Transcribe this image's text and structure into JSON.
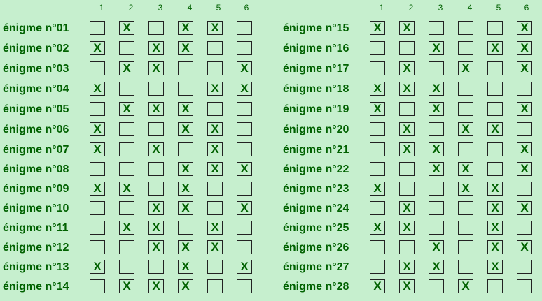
{
  "column_headers": [
    "1",
    "2",
    "3",
    "4",
    "5",
    "6"
  ],
  "mark": "X",
  "left_rows": [
    {
      "label": "énigme n°01",
      "checked": [
        0,
        1,
        0,
        1,
        1,
        0
      ]
    },
    {
      "label": "énigme n°02",
      "checked": [
        1,
        0,
        1,
        1,
        0,
        0
      ]
    },
    {
      "label": "énigme n°03",
      "checked": [
        0,
        1,
        1,
        0,
        0,
        1
      ]
    },
    {
      "label": "énigme n°04",
      "checked": [
        1,
        0,
        0,
        0,
        1,
        1
      ]
    },
    {
      "label": "énigme n°05",
      "checked": [
        0,
        1,
        1,
        1,
        0,
        0
      ]
    },
    {
      "label": "énigme n°06",
      "checked": [
        1,
        0,
        0,
        1,
        1,
        0
      ]
    },
    {
      "label": "énigme n°07",
      "checked": [
        1,
        0,
        1,
        0,
        1,
        0
      ]
    },
    {
      "label": "énigme n°08",
      "checked": [
        0,
        0,
        0,
        1,
        1,
        1
      ]
    },
    {
      "label": "énigme n°09",
      "checked": [
        1,
        1,
        0,
        1,
        0,
        0
      ]
    },
    {
      "label": "énigme n°10",
      "checked": [
        0,
        0,
        1,
        1,
        0,
        1
      ]
    },
    {
      "label": "énigme n°11",
      "checked": [
        0,
        1,
        1,
        0,
        1,
        0
      ]
    },
    {
      "label": "énigme n°12",
      "checked": [
        0,
        0,
        1,
        1,
        1,
        0
      ]
    },
    {
      "label": "énigme n°13",
      "checked": [
        1,
        0,
        0,
        1,
        0,
        1
      ]
    },
    {
      "label": "énigme n°14",
      "checked": [
        0,
        1,
        1,
        1,
        0,
        0
      ]
    }
  ],
  "right_rows": [
    {
      "label": "énigme n°15",
      "checked": [
        1,
        1,
        0,
        0,
        0,
        1
      ]
    },
    {
      "label": "énigme n°16",
      "checked": [
        0,
        0,
        1,
        0,
        1,
        1
      ]
    },
    {
      "label": "énigme n°17",
      "checked": [
        0,
        1,
        0,
        1,
        0,
        1
      ]
    },
    {
      "label": "énigme n°18",
      "checked": [
        1,
        1,
        1,
        0,
        0,
        0
      ]
    },
    {
      "label": "énigme n°19",
      "checked": [
        1,
        0,
        1,
        0,
        0,
        1
      ]
    },
    {
      "label": "énigme n°20",
      "checked": [
        0,
        1,
        0,
        1,
        1,
        0
      ]
    },
    {
      "label": "énigme n°21",
      "checked": [
        0,
        1,
        1,
        0,
        0,
        1
      ]
    },
    {
      "label": "énigme n°22",
      "checked": [
        0,
        0,
        1,
        1,
        0,
        1
      ]
    },
    {
      "label": "énigme n°23",
      "checked": [
        1,
        0,
        0,
        1,
        1,
        0
      ]
    },
    {
      "label": "énigme n°24",
      "checked": [
        0,
        1,
        0,
        0,
        1,
        1
      ]
    },
    {
      "label": "énigme n°25",
      "checked": [
        1,
        1,
        0,
        0,
        1,
        0
      ]
    },
    {
      "label": "énigme n°26",
      "checked": [
        0,
        0,
        1,
        0,
        1,
        1
      ]
    },
    {
      "label": "énigme n°27",
      "checked": [
        0,
        1,
        1,
        0,
        1,
        0
      ]
    },
    {
      "label": "énigme n°28",
      "checked": [
        1,
        1,
        0,
        1,
        0,
        0
      ]
    }
  ],
  "colors": {
    "background": "#c6efce",
    "text": "#006100",
    "checkbox_border": "#222222"
  }
}
